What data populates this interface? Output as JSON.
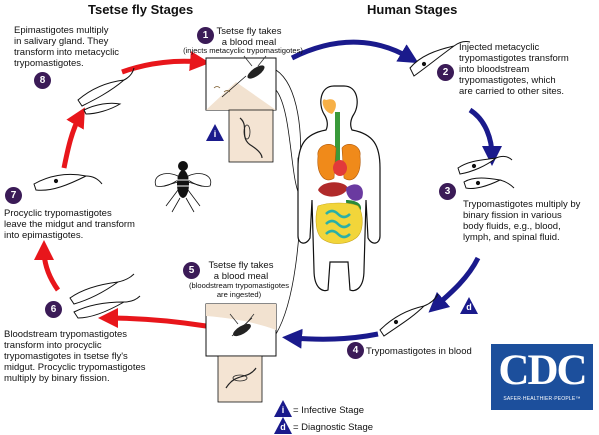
{
  "headers": {
    "tsetse": "Tsetse fly Stages",
    "human": "Human Stages"
  },
  "steps": [
    {
      "num": "1",
      "main_lines": [
        "Tsetse fly takes",
        "a blood meal"
      ],
      "note_lines": [
        "(injects metacyclic trypomastigotes)"
      ]
    },
    {
      "num": "2",
      "main_lines": [
        "Injected metacyclic",
        "trypomastigotes transform",
        "into bloodstream",
        "trypomastigotes, which",
        "are carried to other sites."
      ]
    },
    {
      "num": "3",
      "main_lines": [
        "Trypomastigotes multiply by",
        "binary fission in various",
        "body fluids, e.g., blood,",
        "lymph, and spinal fluid."
      ]
    },
    {
      "num": "4",
      "main_lines": [
        "Trypomastigotes in blood"
      ]
    },
    {
      "num": "5",
      "main_lines": [
        "Tsetse fly takes",
        "a blood meal"
      ],
      "note_lines": [
        "(bloodstream trypomastigotes",
        "are ingested)"
      ]
    },
    {
      "num": "6",
      "main_lines": [
        "Bloodstream trypomastigotes",
        "transform into procyclic",
        "trypomastigotes in tsetse fly's",
        "midgut. Procyclic trypomastigotes",
        "multiply by binary fission."
      ]
    },
    {
      "num": "7",
      "main_lines": [
        "Procyclic trypomastigotes",
        "leave the midgut and transform",
        "into epimastigotes."
      ]
    },
    {
      "num": "8",
      "main_lines": [
        "Epimastigotes multiply",
        "in salivary gland. They",
        "transform into metacyclic",
        "trypomastigotes."
      ]
    }
  ],
  "stage_markers": {
    "infective": "i",
    "diagnostic": "d"
  },
  "legend": [
    {
      "symbol": "i",
      "label": "= Infective Stage"
    },
    {
      "symbol": "d",
      "label": "= Diagnostic Stage"
    }
  ],
  "logo": {
    "word": "CDC",
    "tagline": "SAFER·HEALTHIER·PEOPLE™"
  },
  "colors": {
    "human_cycle": "#1a1a8c",
    "tsetse_cycle": "#e8161b",
    "badge": "#3b1b57",
    "logo": "#1c4f9c"
  }
}
